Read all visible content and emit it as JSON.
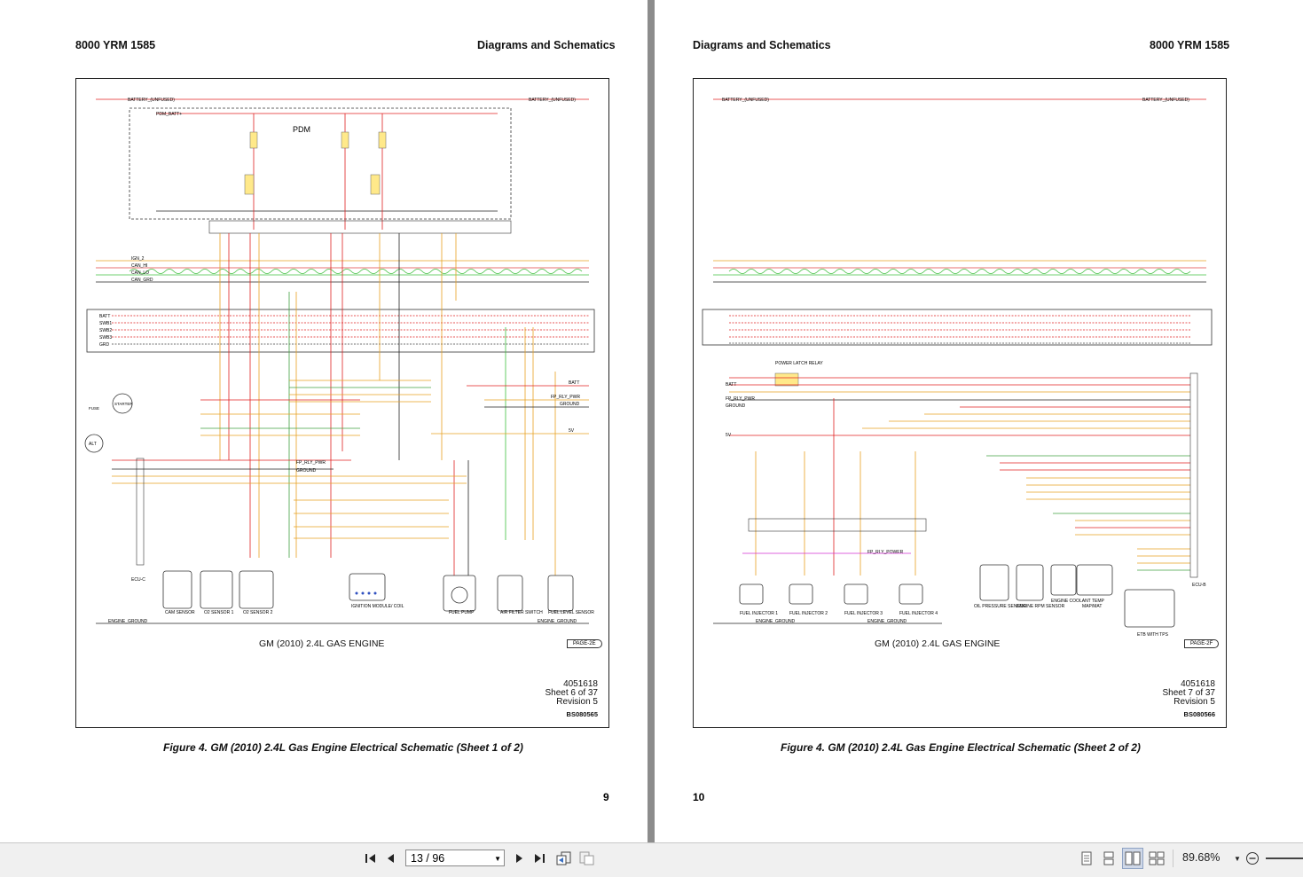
{
  "left_page": {
    "header_left": "8000 YRM 1585",
    "header_right": "Diagrams and Schematics",
    "pdm_label": "PDM",
    "engine_title": "GM (2010) 2.4L GAS ENGINE",
    "page_ref": "PAGE-2E",
    "doc_number": "4051618",
    "sheet": "Sheet 6 of 37",
    "revision": "Revision 5",
    "code": "BS080565",
    "caption": "Figure 4. GM (2010) 2.4L Gas Engine Electrical Schematic (Sheet 1 of 2)",
    "page_number": "9",
    "labels": {
      "battery": "BATTERY_(UNFUSED)",
      "pdm_batt": "PDM_BATT+",
      "ign": "IGN_2",
      "can_hi": "CAN_HI",
      "can_lo": "CAN_LO",
      "can_grd": "CAN_GRD",
      "batt": "BATT",
      "swb1": "SWB1",
      "swb2": "SWB2",
      "swb3": "SWB3",
      "grd": "GRD",
      "engine_ground": "ENGINE_GROUND",
      "fp_rly": "FP_RLY_PWR",
      "ground": "GROUND",
      "v5": "5V",
      "cam_sensor": "CAM SENSOR",
      "o2_1": "O2 SENSOR 1",
      "o2_2": "O2 SENSOR 2",
      "ign_module": "IGNITION MODULE/ COIL",
      "fuel_pump": "FUEL PUMP",
      "air_filter": "AIR FILTER SWITCH",
      "fuel_level": "FUEL LEVEL SENSOR",
      "starter": "STARTER",
      "alt": "ALT",
      "fuse": "FUSE",
      "ecu": "ECU-C"
    }
  },
  "right_page": {
    "header_left": "Diagrams and Schematics",
    "header_right": "8000 YRM 1585",
    "engine_title": "GM (2010) 2.4L GAS ENGINE",
    "page_ref": "PAGE-2F",
    "doc_number": "4051618",
    "sheet": "Sheet 7 of 37",
    "revision": "Revision 5",
    "code": "BS080566",
    "caption": "Figure 4. GM (2010) 2.4L Gas Engine Electrical Schematic (Sheet 2 of 2)",
    "page_number": "10",
    "labels": {
      "battery": "BATTERY_(UNFUSED)",
      "power_latch": "POWER LATCH RELAY",
      "fp_power": "FP_RLY_POWER",
      "engine_ground": "ENGINE_GROUND",
      "inj1": "FUEL INJECTOR 1",
      "inj2": "FUEL INJECTOR 2",
      "inj3": "FUEL INJECTOR 3",
      "inj4": "FUEL INJECTOR 4",
      "oil": "OIL PRESSURE SENSOR",
      "rpm": "ENGINE RPM SENSOR",
      "coolant": "ENGINE COOLANT TEMP",
      "map": "MAP/MAT",
      "etb": "ETB WITH TPS",
      "ecu": "ECU-B"
    }
  },
  "toolbar": {
    "page_field": "13 / 96",
    "zoom": "89.68%"
  }
}
